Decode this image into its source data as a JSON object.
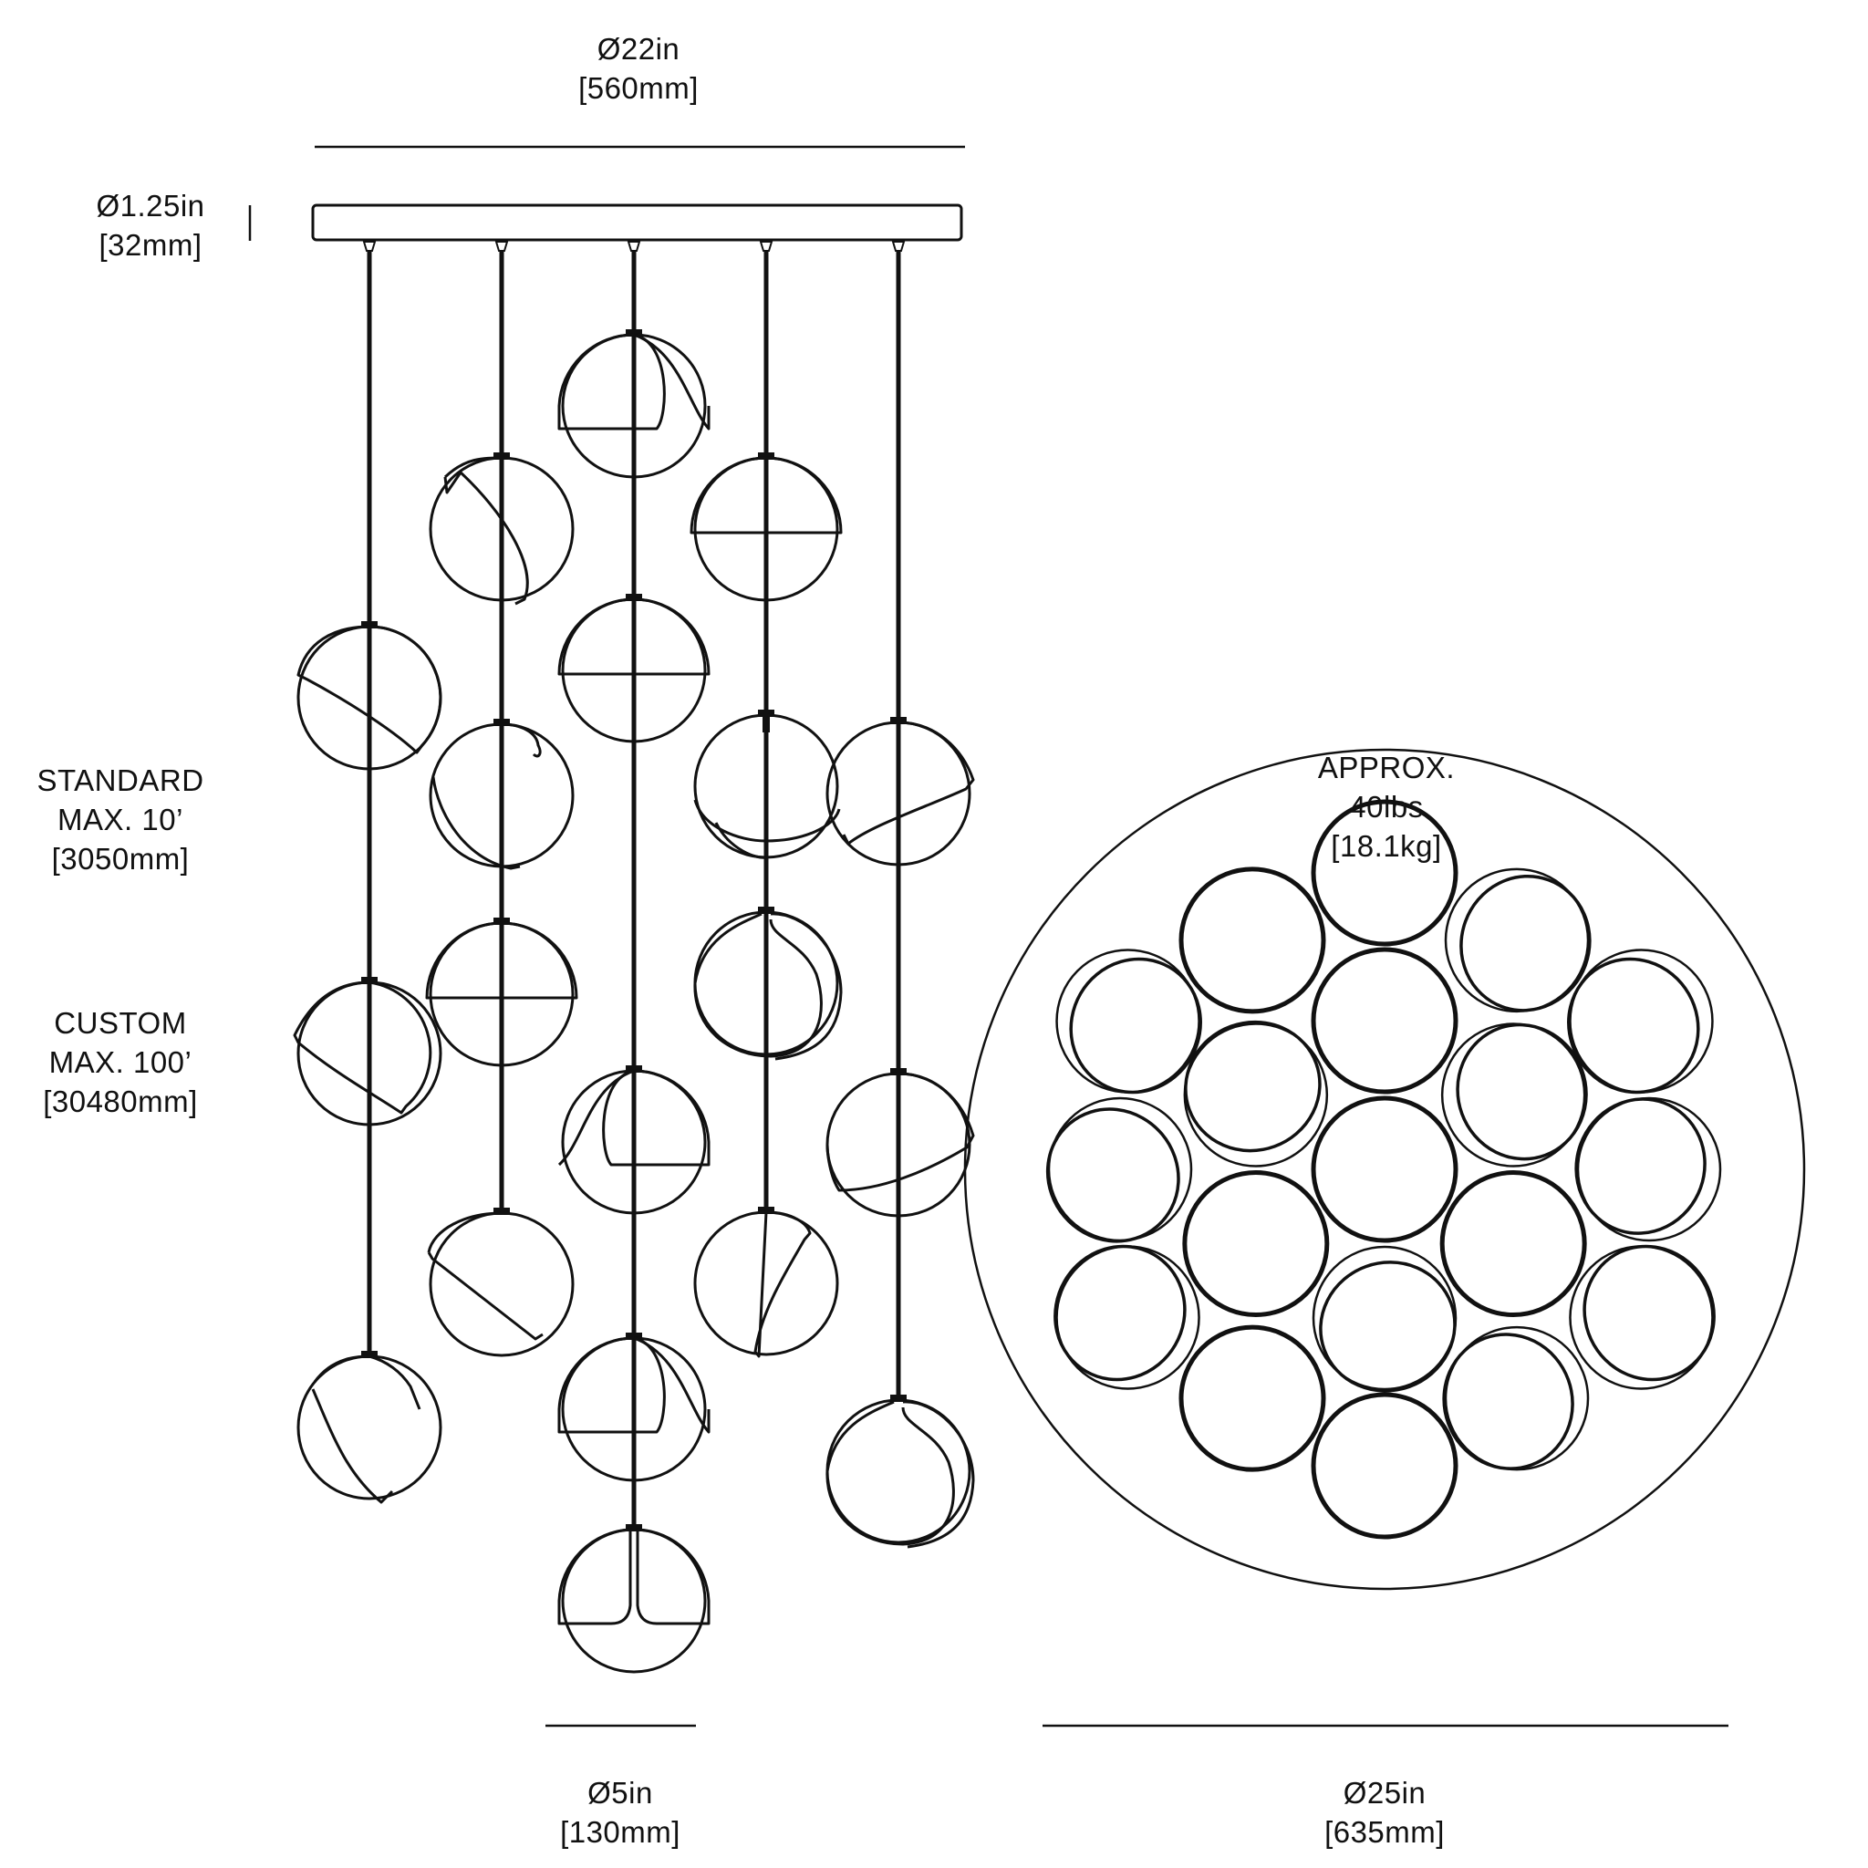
{
  "drawing": {
    "title": "Pendant chandelier dimension drawing",
    "line_color": "#111111",
    "background": "#ffffff"
  },
  "dimensions": {
    "canopy_width": {
      "imperial": "Ø22in",
      "metric": "[560mm]"
    },
    "canopy_height": {
      "imperial": "Ø1.25in",
      "metric": "[32mm]"
    },
    "standard_drop": {
      "label": "STANDARD",
      "imperial": "MAX. 10’",
      "metric": "[3050mm]"
    },
    "custom_drop": {
      "label": "CUSTOM",
      "imperial": "MAX. 100’",
      "metric": "[30480mm]"
    },
    "weight": {
      "label": "APPROX.",
      "imperial": "40lbs",
      "metric": "[18.1kg]"
    },
    "globe_diameter": {
      "imperial": "Ø5in",
      "metric": "[130mm]"
    },
    "cluster_diameter": {
      "imperial": "Ø25in",
      "metric": "[635mm]"
    }
  },
  "elevation": {
    "cord_count": 5,
    "globe_count": 19,
    "cords": [
      {
        "globes": [
          {
            "shade": "diag-left"
          },
          {
            "shade": "diag-left-low"
          },
          {
            "shade": "side-right"
          }
        ]
      },
      {
        "globes": [
          {
            "shade": "vertical-right"
          },
          {
            "shade": "side-left"
          },
          {
            "shade": "half"
          },
          {
            "shade": "diag-down"
          }
        ]
      },
      {
        "globes": [
          {
            "shade": "fold-right"
          },
          {
            "shade": "half"
          },
          {
            "shade": "fold-left"
          },
          {
            "shade": "fold-right"
          },
          {
            "shade": "split"
          }
        ]
      },
      {
        "globes": [
          {
            "shade": "half"
          },
          {
            "shade": "tilted-bottom"
          },
          {
            "shade": "twist"
          },
          {
            "shade": "diag-up"
          }
        ]
      },
      {
        "globes": [
          {
            "shade": "diag-right"
          },
          {
            "shade": "diag-right-low"
          },
          {
            "shade": "twist"
          }
        ]
      }
    ]
  },
  "plan_view": {
    "globe_count": 19,
    "rings": [
      "center",
      "inner-6",
      "outer-12"
    ]
  }
}
